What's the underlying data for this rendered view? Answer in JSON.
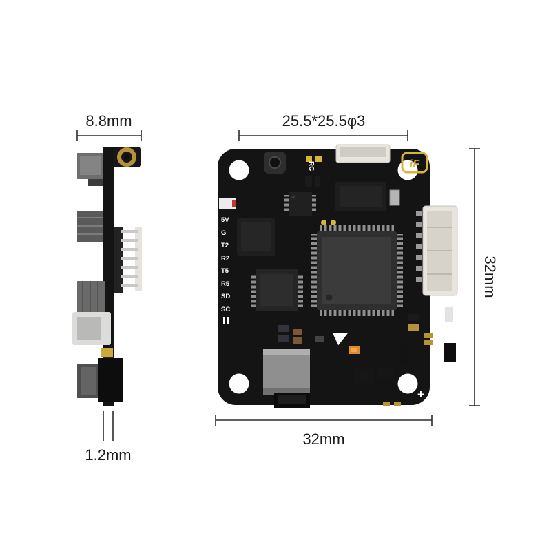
{
  "dimensions": {
    "side_width": "8.8mm",
    "hole_pattern": "25.5*25.5φ3",
    "board_height": "32mm",
    "board_width": "32mm",
    "board_thickness": "1.2mm"
  },
  "board": {
    "silkscreen": {
      "rc": "RC",
      "plus": "+",
      "logo": "iF"
    },
    "pad_labels": [
      "5V",
      "G",
      "T2",
      "R2",
      "T5",
      "R5",
      "SD",
      "SC"
    ]
  },
  "colors": {
    "pcb": "#141414",
    "dimension_line": "#2b2b2b",
    "logo_accent": "#d8b43c",
    "led_orange": "#e08a2e"
  }
}
